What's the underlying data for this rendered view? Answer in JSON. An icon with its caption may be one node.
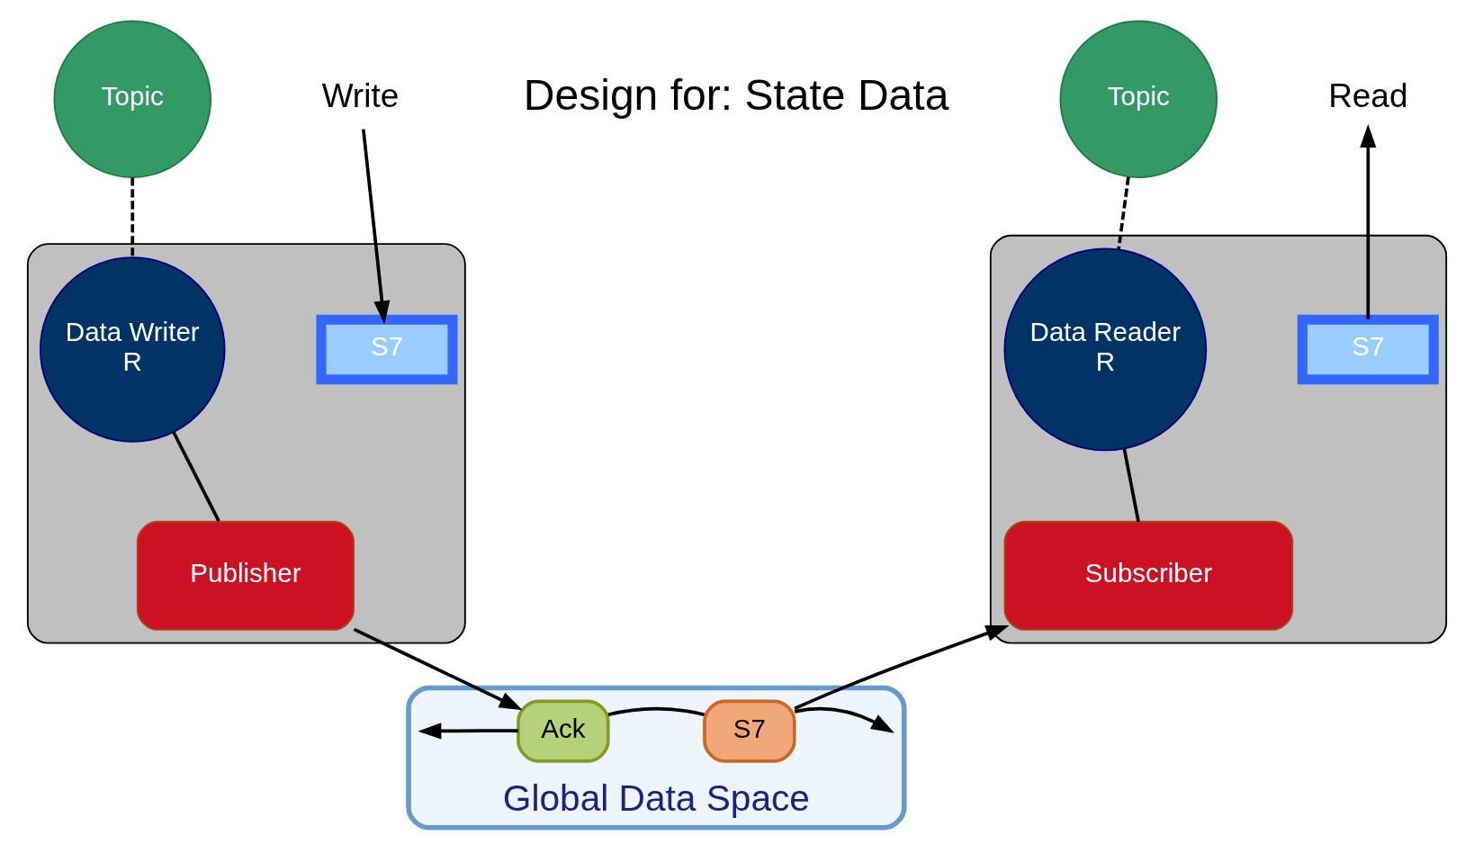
{
  "diagram": {
    "nodes": [
      {
        "text": [
          "Topic"
        ]
      },
      {
        "text": [
          "Write"
        ]
      },
      {
        "text": [],
        "shape": "box"
      },
      {
        "text": [
          "Data Writer",
          "R"
        ],
        "in": 2
      },
      {
        "text": [
          "S7"
        ],
        "in": 2
      },
      {
        "text": [
          "Publisher"
        ],
        "in": 2
      },
      {
        "text": [
          "Topic"
        ]
      },
      {
        "text": [
          "Read"
        ]
      },
      {
        "text": [],
        "shape": "box"
      },
      {
        "text": [
          "Data Reader",
          "R"
        ],
        "in": 8
      },
      {
        "text": [
          "S7"
        ],
        "in": 8
      },
      {
        "text": [
          "Subscriber"
        ],
        "in": 8
      },
      {
        "text": [
          "Global Data Space"
        ]
      },
      {
        "text": [
          "Ack"
        ],
        "in": 12
      },
      {
        "text": [
          "S7"
        ],
        "in": 12
      }
    ],
    "edges": [
      {
        "from": 0,
        "to": 3,
        "arrow": "none",
        "style": "dashed"
      },
      {
        "from": 1,
        "to": 4,
        "arrow": "to"
      },
      {
        "from": 3,
        "to": 5,
        "arrow": "none"
      },
      {
        "from": 5,
        "to": 13,
        "arrow": "to"
      },
      {
        "from": 13,
        "to": 14,
        "arrow": "none"
      },
      {
        "from": 14,
        "to": 11,
        "arrow": "to"
      },
      {
        "from": 13,
        "to": null,
        "arrow": "to"
      },
      {
        "from": 14,
        "to": null,
        "arrow": "to"
      },
      {
        "from": 6,
        "to": 9,
        "arrow": "none",
        "style": "dashed"
      },
      {
        "from": 10,
        "to": 7,
        "arrow": "to"
      },
      {
        "from": 9,
        "to": 11,
        "arrow": "none"
      }
    ],
    "labels": [
      "Design for: State Data"
    ]
  }
}
